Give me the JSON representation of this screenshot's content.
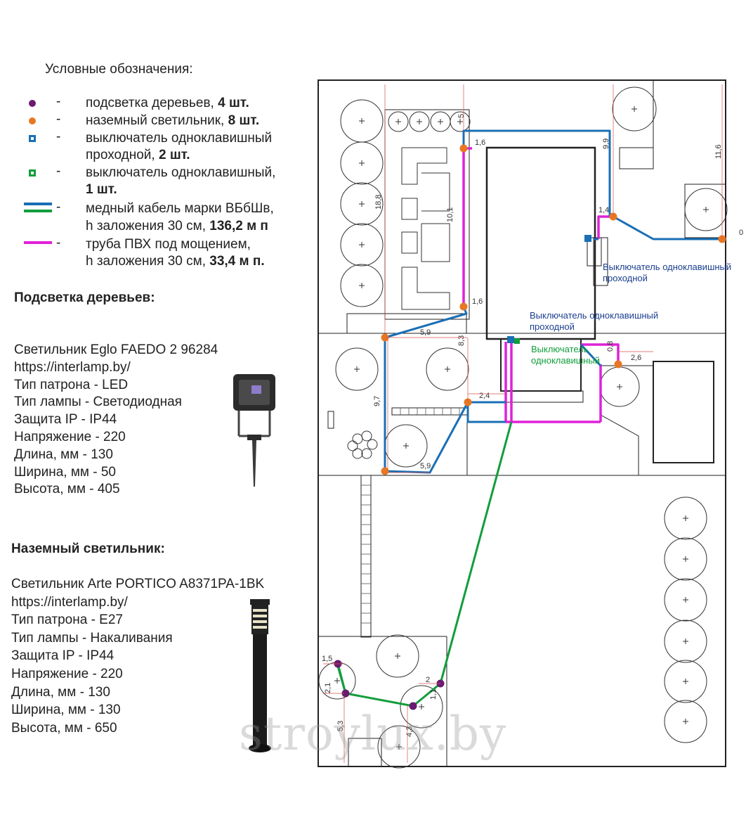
{
  "legend": {
    "title": "Условные обозначения:",
    "items": [
      {
        "symbol": "purple-dot",
        "dash": "-",
        "text": "подсветка деревьев, ",
        "bold": "4 шт.",
        "text2": "",
        "color": "#6a1b6f"
      },
      {
        "symbol": "orange-dot",
        "dash": "-",
        "text": "наземный светильник, ",
        "bold": "8 шт.",
        "text2": "",
        "color": "#e87722"
      },
      {
        "symbol": "blue-square",
        "dash": "-",
        "text": "выключатель одноклавишный",
        "bold": "2 шт.",
        "text2": "проходной, ",
        "color": "#1a6fb5"
      },
      {
        "symbol": "green-square",
        "dash": "-",
        "text": "выключатель одноклавишный,",
        "bold": "1 шт.",
        "text2": "",
        "color": "#129d3c"
      },
      {
        "symbol": "blue-green-lines",
        "dash": "-",
        "text": "медный кабель марки ВБбШв,",
        "bold": "136,2 м п",
        "text2": "h заложения 30 см, ",
        "color": "#1a6fb5"
      },
      {
        "symbol": "magenta-line",
        "dash": "-",
        "text": "труба ПВХ под мощением,",
        "bold": "33,4 м п.",
        "text2": "h заложения 30 см, ",
        "color": "#e020d8"
      }
    ]
  },
  "tree_light": {
    "heading": "Подсветка деревьев:",
    "lines": [
      "Светильник Eglo FAEDO 2 96284",
      "https://interlamp.by/",
      "Тип патрона - LED",
      "Тип лампы - Светодиодная",
      "Защита IP - IP44",
      "Напряжение - 220",
      "Длина, мм - 130",
      "Ширина, мм - 50",
      "Высота, мм - 405"
    ]
  },
  "ground_light": {
    "heading": "Наземный светильник:",
    "lines": [
      "Светильник Arte PORTICO A8371PA-1BK",
      "https://interlamp.by/",
      "Тип патрона - E27",
      "Тип лампы - Накаливания",
      "Защита IP - IP44",
      "Напряжение - 220",
      "Длина, мм - 130",
      "Ширина, мм - 130",
      "Высота, мм - 650"
    ]
  },
  "plan_labels": {
    "switch_pass_1": "Выключатель одноклавишный",
    "switch_pass_1b": "проходной",
    "switch_pass_2": "Выключатель одноклавишный",
    "switch_pass_2b": "проходной",
    "switch_single": "Выключатель",
    "switch_single_b": "одноклавишный"
  },
  "dimensions": [
    "1,6",
    "9,9",
    "11,6",
    "18,8",
    "10,1",
    "1,6",
    "1,4",
    "0",
    "5,9",
    "8,3",
    "9,7",
    "2,4",
    "0,8",
    "2,6",
    "5,9",
    "1,5",
    "2,1",
    "5,3",
    "2",
    "1,1",
    "4,3",
    "5"
  ],
  "watermark": "stroylux.by",
  "colors": {
    "blue": "#1a6fb5",
    "green": "#129d3c",
    "magenta": "#e020d8",
    "orange": "#e87722",
    "purple": "#6a1b6f",
    "dim_red": "#d9534f"
  }
}
